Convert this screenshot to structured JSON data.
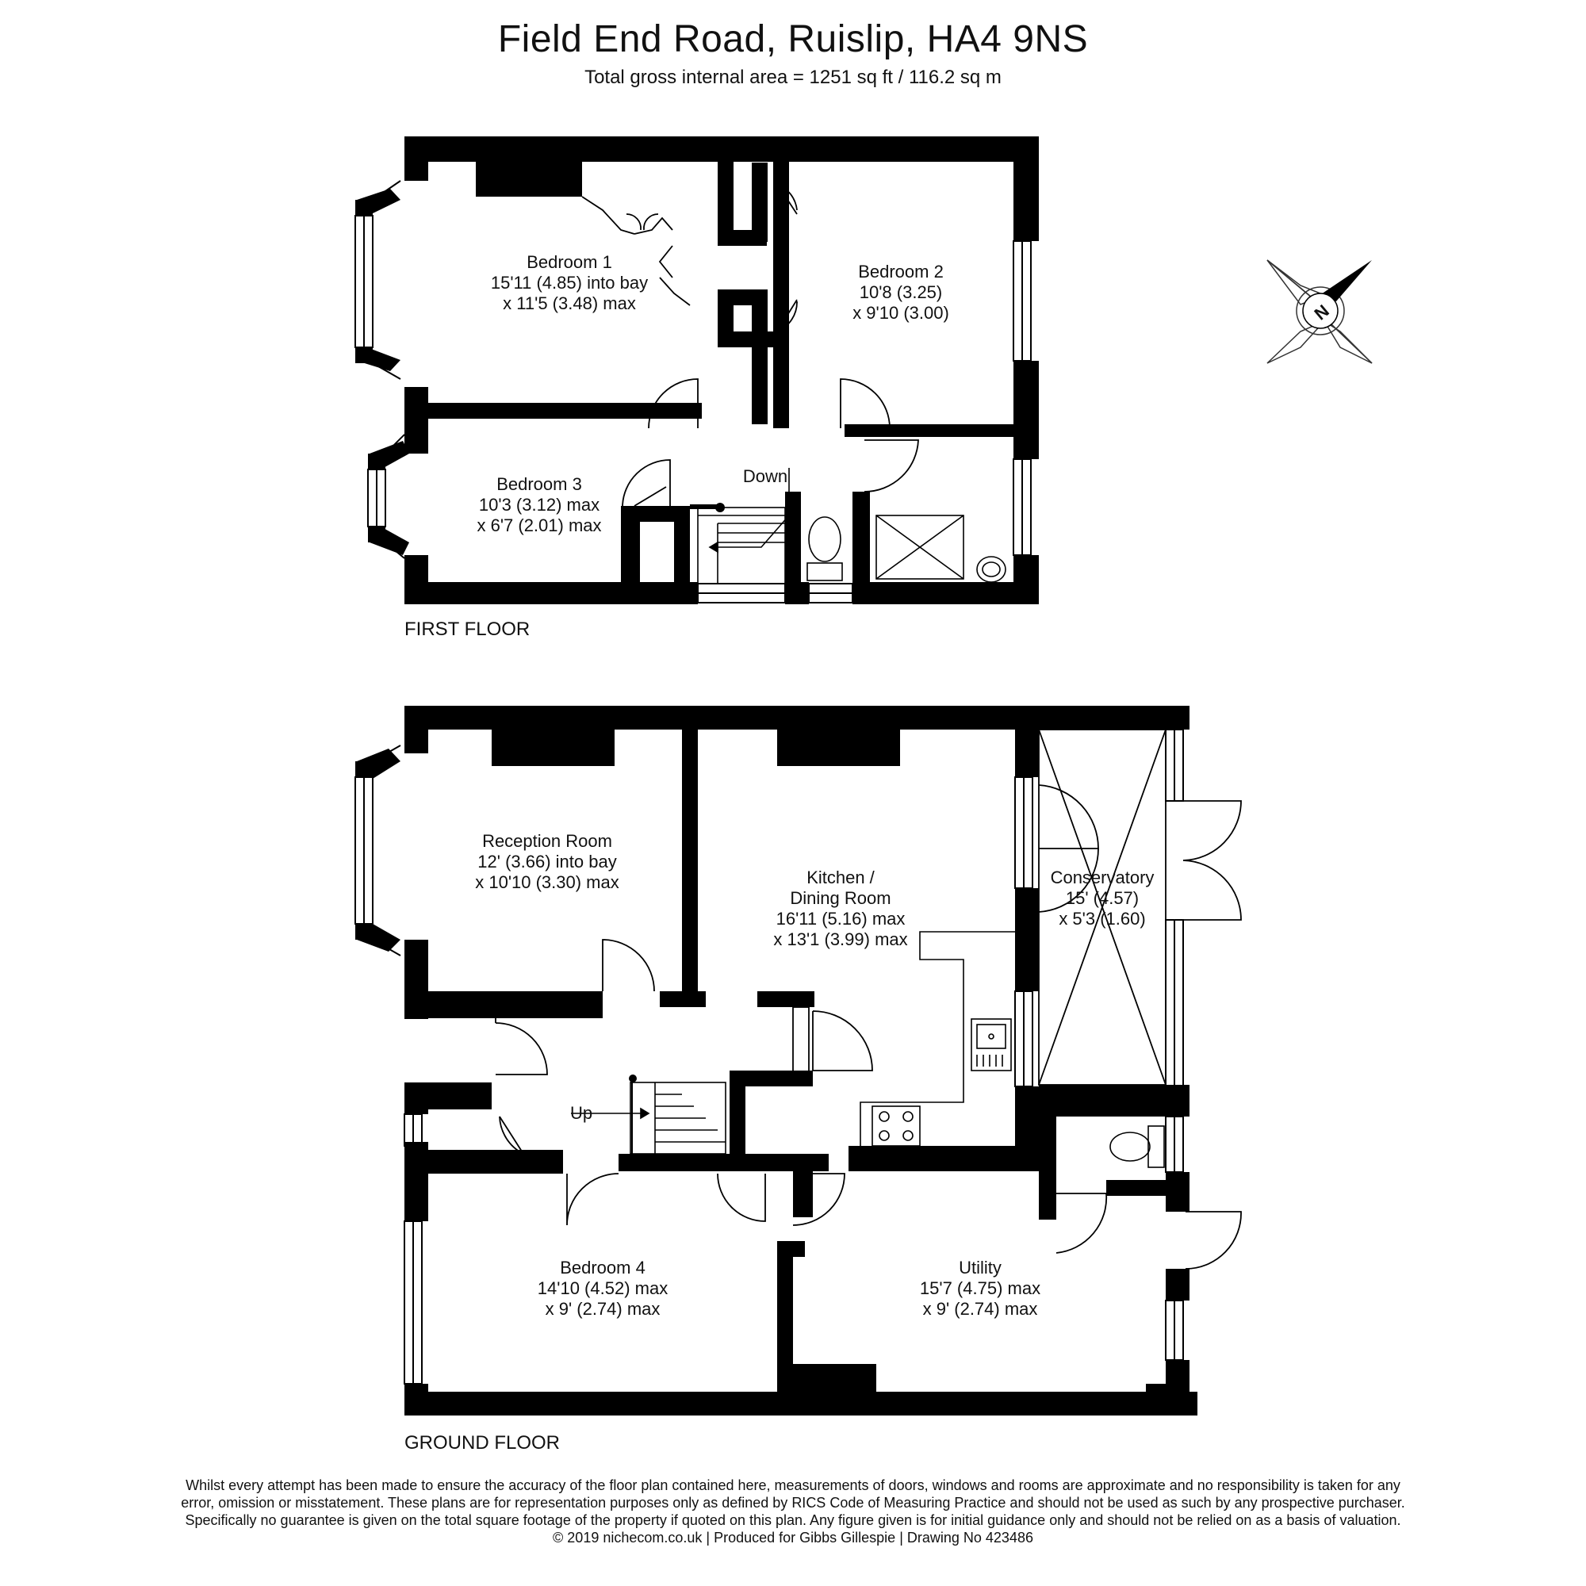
{
  "header": {
    "title": "Field End Road, Ruislip, HA4 9NS",
    "subtitle": "Total gross internal area =  1251 sq ft / 116.2 sq m"
  },
  "compass": {
    "label": "N"
  },
  "first_floor": {
    "label": "FIRST FLOOR",
    "rooms": {
      "bedroom1": [
        "Bedroom 1",
        "15'11 (4.85) into bay",
        "x 11'5 (3.48) max"
      ],
      "bedroom2": [
        "Bedroom 2",
        "10'8 (3.25)",
        "x 9'10 (3.00)"
      ],
      "bedroom3": [
        "Bedroom 3",
        "10'3 (3.12) max",
        "x 6'7 (2.01) max"
      ]
    },
    "stairs_label": "Down"
  },
  "ground_floor": {
    "label": "GROUND FLOOR",
    "rooms": {
      "reception": [
        "Reception Room",
        "12' (3.66) into bay",
        "x 10'10 (3.30) max"
      ],
      "kitchen": [
        "Kitchen /",
        "Dining Room",
        "16'11 (5.16) max",
        "x 13'1 (3.99) max"
      ],
      "conservatory": [
        "Conservatory",
        "15' (4.57)",
        "x 5'3 (1.60)"
      ],
      "bedroom4": [
        "Bedroom 4",
        "14'10 (4.52) max",
        "x 9' (2.74) max"
      ],
      "utility": [
        "Utility",
        "15'7 (4.75) max",
        "x 9' (2.74) max"
      ]
    },
    "stairs_label": "Up"
  },
  "disclaimer": [
    "Whilst every attempt has been made to ensure the accuracy of the floor plan contained here, measurements of doors, windows and rooms are approximate and no responsibility is taken for any",
    "error, omission or misstatement. These plans are for representation purposes only as defined by RICS Code of Measuring Practice and should not be used as such by any prospective purchaser.",
    "Specifically no guarantee is given on the total square footage of the property if quoted on this plan. Any figure given is for initial guidance only and should not be relied on as a basis of valuation.",
    "© 2019 nichecom.co.uk  |  Produced for Gibbs Gillespie  |  Drawing No 423486"
  ]
}
